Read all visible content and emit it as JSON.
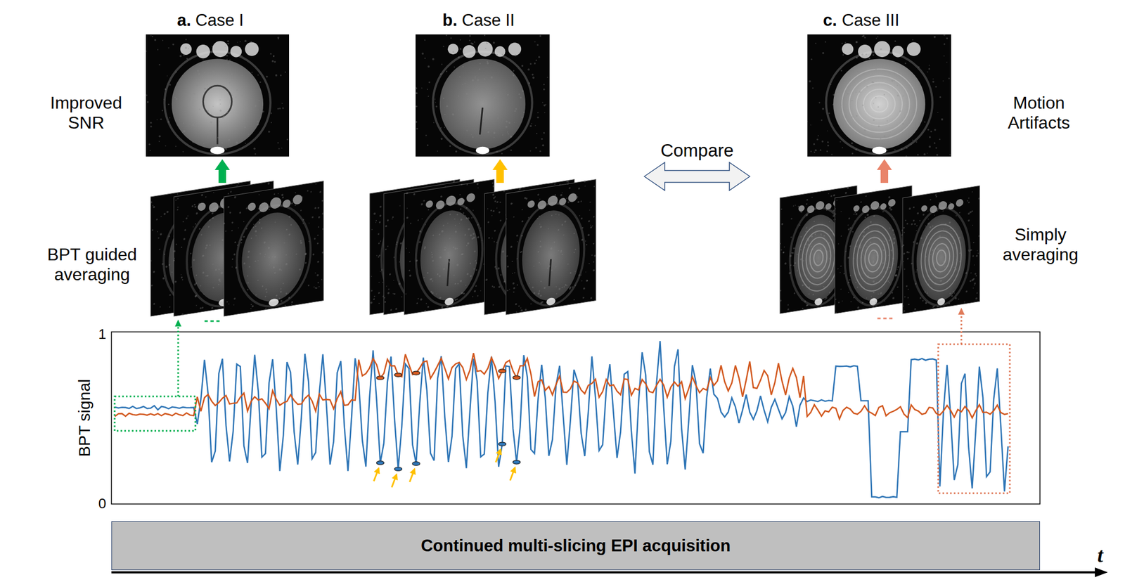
{
  "diagram": {
    "nodes": [
      {
        "text": [
          "Compare"
        ]
      },
      {
        "text": [
          "Continued multi-slicing EPI acquisition"
        ]
      }
    ],
    "labels": [
      "a.",
      "Case I",
      "b.",
      "Case II",
      "c.",
      "Case III",
      "Improved SNR",
      "Motion Artifacts",
      "BPT guided averaging",
      "Simply averaging",
      "1",
      "BPT signal",
      "0",
      "t"
    ]
  }
}
